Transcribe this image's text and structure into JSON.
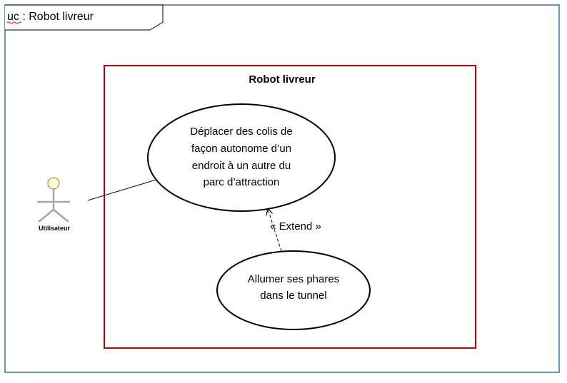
{
  "frame": {
    "title": "uc : Robot livreur"
  },
  "system": {
    "title": "Robot livreur"
  },
  "actor": {
    "label": "Utilisateur"
  },
  "use_cases": {
    "main": {
      "lines": [
        "Déplacer des colis de",
        "façon autonome d’un",
        "endroit à un autre du",
        "parc d’attraction"
      ]
    },
    "lights": {
      "lines": [
        "Allumer ses phares",
        "dans le tunnel"
      ]
    }
  },
  "relationship": {
    "label": "« Extend »"
  },
  "colors": {
    "frame_border": "#41719C",
    "system_border": "#C00000",
    "actor_fill": "#FFFFCC",
    "actor_limbs": "#A6A6A6",
    "spellcheck": "#FF0000"
  }
}
